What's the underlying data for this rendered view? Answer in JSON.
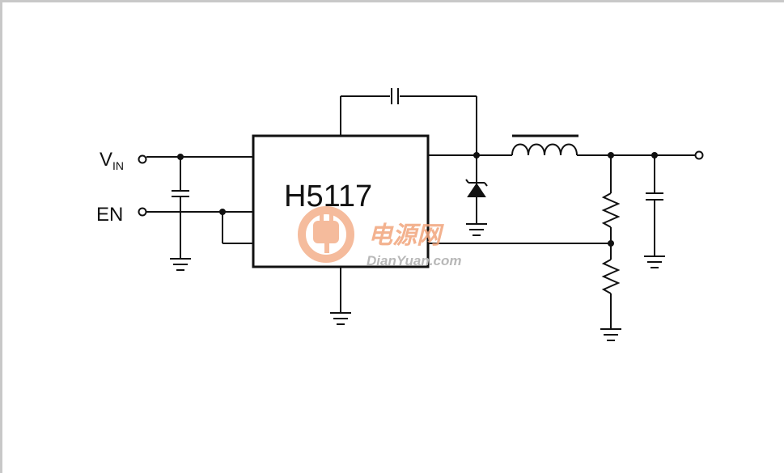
{
  "schematic": {
    "chip_label": "H5117",
    "vin_label": {
      "main": "V",
      "sub": "IN"
    },
    "en_label": "EN"
  },
  "watermark": {
    "brand_cn": "电源网",
    "brand_url": "DianYuan.com",
    "color": "#f2a57c"
  },
  "colors": {
    "wire": "#111111",
    "border": "#c8c8c8"
  }
}
